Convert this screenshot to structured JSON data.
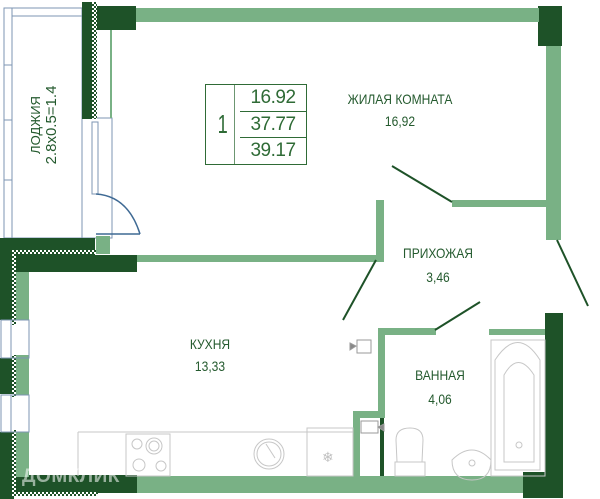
{
  "plan": {
    "type": "apartment floor plan",
    "colors": {
      "exterior_wall": "#1e5228",
      "interior_wall": "#79b185",
      "text": "#245a2e",
      "fixtures": "#bdbdbd",
      "loggia_frame": "#7d95b3"
    },
    "legend": {
      "rooms_count": "1",
      "living_area": "16.92",
      "total_area": "37.77",
      "total_with_loggia": "39.17"
    },
    "rooms": [
      {
        "name": "ЖИЛАЯ КОМНАТА",
        "area": "16,92"
      },
      {
        "name": "ПРИХОЖАЯ",
        "area": "3,46"
      },
      {
        "name": "КУХНЯ",
        "area": "13,33"
      },
      {
        "name": "ВАННАЯ",
        "area": "4,06"
      }
    ],
    "loggia": {
      "name": "ЛОДЖИЯ",
      "area": "2.8x0.5=1.4"
    },
    "watermark": "ДОМКЛИК"
  }
}
